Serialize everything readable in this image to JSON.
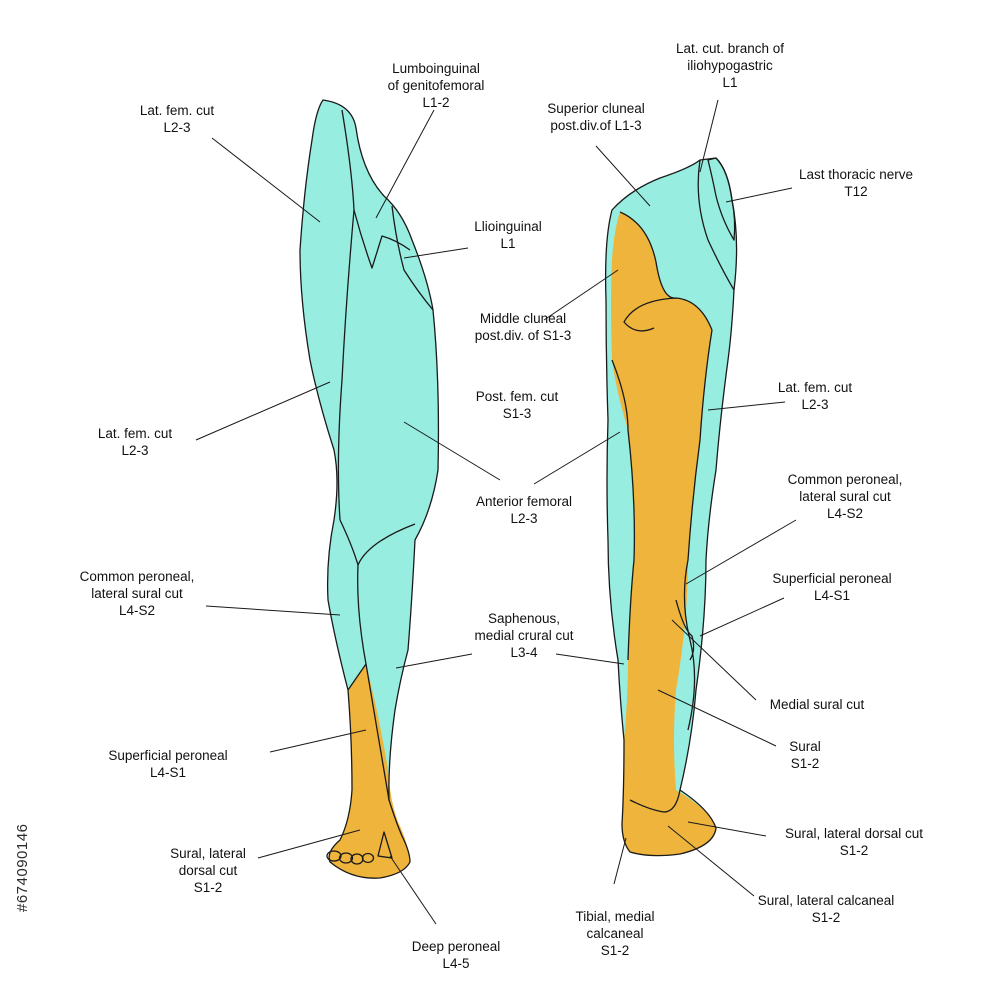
{
  "colors": {
    "cyan": "#97ede0",
    "orange": "#efb43c",
    "pink": "#e87ed7",
    "outline": "#1a1a1a"
  },
  "watermark": "#674090146",
  "anterior": {
    "lat_fem_cut_top": "Lat. fem. cut\nL2-3",
    "lumboinguinal": "Lumboinguinal\nof genitofemoral\nL1-2",
    "ilioinguinal": "Llioinguinal\nL1",
    "lat_fem_cut_mid": "Lat. fem. cut\nL2-3",
    "anterior_femoral": "Anterior femoral\nL2-3",
    "common_peroneal": "Common peroneal,\nlateral sural cut\nL4-S2",
    "saphenous": "Saphenous,\nmedial crural cut\nL3-4",
    "superficial_peroneal": "Superficial peroneal\nL4-S1",
    "sural_lateral_dorsal": "Sural, lateral\ndorsal cut\nS1-2",
    "deep_peroneal": "Deep peroneal\nL4-5"
  },
  "posterior": {
    "lat_cut_iliohypogastric": "Lat. cut. branch of\niliohypogastric\nL1",
    "superior_cluneal": "Superior cluneal\npost.div.of L1-3",
    "last_thoracic": "Last thoracic nerve\nT12",
    "middle_cluneal": "Middle cluneal\npost.div. of S1-3",
    "post_fem_cut": "Post. fem. cut\nS1-3",
    "lat_fem_cut": "Lat. fem. cut\nL2-3",
    "common_peroneal": "Common peroneal,\nlateral sural cut\nL4-S2",
    "superficial_peroneal": "Superficial peroneal\nL4-S1",
    "medial_sural": "Medial sural cut",
    "sural": "Sural\nS1-2",
    "sural_lateral_dorsal": "Sural, lateral dorsal cut\nS1-2",
    "sural_lateral_calcaneal": "Sural, lateral calcaneal\nS1-2",
    "tibial_medial_calcaneal": "Tibial, medial\ncalcaneal\nS1-2"
  }
}
